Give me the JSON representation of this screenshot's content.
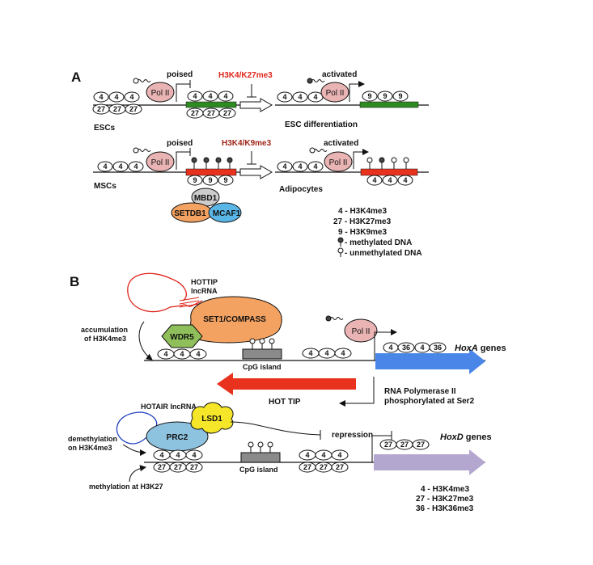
{
  "panel_a": {
    "letter": "A",
    "row1": {
      "left_state": "poised",
      "left_label": "ESCs",
      "pol": "Pol II",
      "transition": "H3K4/K27me3",
      "right_state": "activated",
      "right_label": "ESC differentiation",
      "gene_color": "#2e8b22",
      "transition_color": "#e0251b"
    },
    "row2": {
      "left_state": "poised",
      "left_label": "MSCs",
      "pol": "Pol II",
      "transition": "H3K4/K9me3",
      "right_state": "activated",
      "right_label": "Adipocytes",
      "gene_color": "#e8321e",
      "transition_color": "#a0241a"
    },
    "complex": {
      "mbd1": "MBD1",
      "setdb1": "SETDB1",
      "mcaf1": "MCAF1"
    },
    "legend": [
      "4 - H3K4me3",
      "27 - H3K27me3",
      "9 - H3K9me3",
      "- methylated DNA",
      "- unmethylated DNA"
    ]
  },
  "nucleosome_marks": {
    "k4": "4",
    "k27": "27",
    "k9": "9",
    "k36": "36"
  },
  "panel_b": {
    "letter": "B",
    "hottip": "HOTTIP",
    "hottip_sub": "lncRNA",
    "set1": "SET1/COMPASS",
    "wdr5": "WDR5",
    "accum_1": "accumulation",
    "accum_2": "of H3K4me3",
    "pol": "Pol II",
    "cpg1": "CpG island",
    "hoxa": "HoxA",
    "genes_word": " genes",
    "hot_tip_arrow": "HOT TIP",
    "rnap_1": "RNA Polymerase II",
    "rnap_2": "phosphorylated at Ser2",
    "hotair": "HOTAIR lncRNA",
    "lsd1": "LSD1",
    "prc2": "PRC2",
    "demeth_1": "demethylation",
    "demeth_2": "on H3K4me3",
    "methyl": "methylation at H3K27",
    "repression": "repression",
    "cpg2": "CpG island",
    "hoxd": "HoxD",
    "legend": [
      "4 - H3K4me3",
      "27 - H3K27me3",
      "36 - H3K36me3"
    ],
    "colors": {
      "hoxa_arrow": "#4a86e8",
      "hoxd_arrow": "#b4a7cf",
      "hottip_arrow": "#e8321e",
      "rna_red": "#e0251b",
      "rna_blue": "#1f3fbf",
      "set1": "#f4a261",
      "wdr5": "#8fbf5a",
      "prc2": "#8ec3e0",
      "lsd1": "#f5e62a",
      "pol2": "#eab4b4"
    }
  }
}
